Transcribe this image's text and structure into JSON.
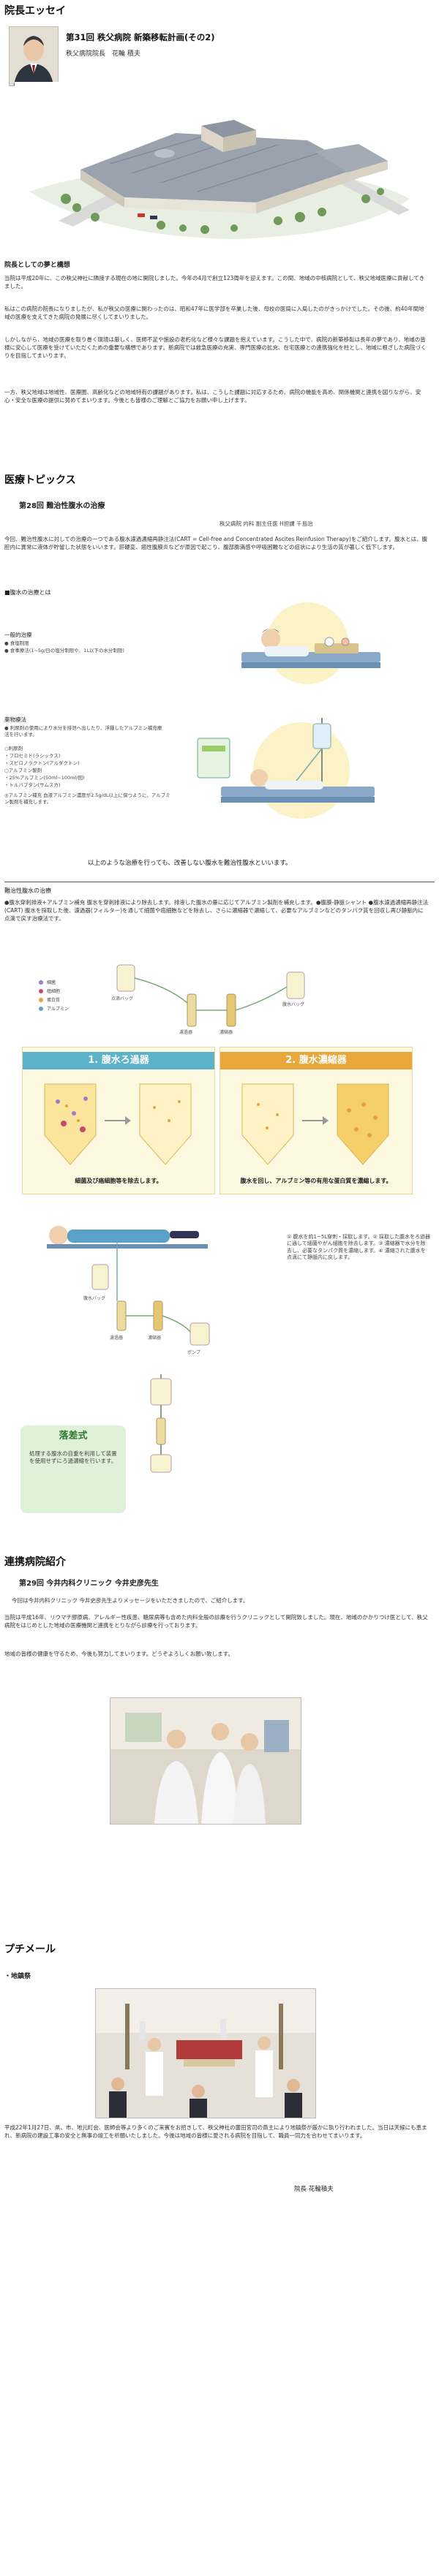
{
  "essay": {
    "section_title": "院長エッセイ",
    "title": "第31回 秩父病院  新築移転計画(その2)",
    "author": "秩父病院院長　花輪 積夫",
    "subheading": "院長としての夢と構想",
    "paragraphs": [
      "当院は平成20年に、この秩父神社に隣接する現在の地に開院しました。今年の4月で創立123周年を迎えます。この間、地域の中核病院として、秩父地域医療に貢献してきました。",
      "私はこの病院の院長になりましたが、私が秩父の医療に関わったのは、昭和47年に医学部を卒業した後、母校の医局に入局したのがきっかけでした。その後、約40年間地域の医療を支えてきた病院の発展に尽くしてまいりました。",
      "しかしながら、地域の医療を取り巻く環境は厳しく、医師不足や施設の老朽化など様々な課題を抱えています。こうした中で、病院の新築移転は長年の夢であり、地域の皆様に安心して医療を受けていただくための重要な構想であります。新病院では救急医療の充実、専門医療の拡充、在宅医療との連携強化を柱とし、地域に根ざした病院づくりを目指してまいります。",
      "一方、秩父地域は地域性、医療圏、高齢化などの地域特有の課題があります。私は、こうした課題に対応するため、病院の機能を高め、関係機関と連携を図りながら、安心・安全な医療の提供に努めてまいります。今後とも皆様のご理解とご協力をお願い申し上げます。"
    ]
  },
  "topics": {
    "section_title": "医療トピックス",
    "title": "第28回 難治性腹水の治療",
    "byline": "秩父病院  内科  副主任医  H担課  千島治",
    "intro": "今回、難治性腹水に対しての治療の一つである腹水濾過濃縮再静注法(CART = Cell-free and Concentrated Ascites Reinfusion Therapy)をご紹介します。腹水とは、腹腔内に異常に液体が貯留した状態をいいます。肝硬変、癌性腹膜炎などが原因で起こり、腹部膨満感や呼吸困難などの症状により生活の質が著しく低下します。",
    "tx_header": "■腹水の治療とは",
    "general_title": "一般的治療",
    "general_items": [
      "● 食塩制限",
      "● 食事療法(1~5g/日の塩分制限や、1L以下の水分制限)"
    ],
    "drug_title": "薬物療法",
    "drug_text": "● 利尿剤の使用により水分を排泄へ出したり、浮腫したアルブミン補充療法を行います。",
    "drug_list": [
      "○利尿剤",
      "・フロセミド(ラシックス)",
      "・スピロノラクトン(アルダクトン)",
      "○アルブミン製剤",
      "・25%アルブミン(50ml~100ml/回)",
      "・トルバプタン(サムスカ)"
    ],
    "albumin_note": "◎アルブミン補充 血液アルブミン濃度が2.5g/dL以上に保つように、アルブミン製剤を補充します。",
    "bottom_note": "以上のような治療を行っても、改善しない腹水を難治性腹水といいます。",
    "refractory_title": "難治性腹水の治療",
    "refractory_text": "●腹水穿刺排液+アルブミン補充 腹水を穿刺排液により除去します。排液した腹水の量に応じてアルブミン製剤を補充します。●腹膜-静脈シャント ●腹水濾過濃縮再静注法(CART) 腹水を採取した後、濾過器(フィルター)を通して細菌や癌細胞などを除去し、さらに濃縮器で濃縮して、必要なアルブミンなどのタンパク質を回収し再び静脈内に点滴で戻す治療法です。",
    "filter_label": "1. 腹水ろ過器",
    "concentrate_label": "2. 腹水濃縮器",
    "filter_caption": "細菌及び癌細胞等を除去します。",
    "concentrate_caption": "腹水を回し、アルブミン等の有用な蛋白質を濃縮します。",
    "legend_items": [
      "細菌",
      "癌細胞",
      "蛋白質",
      "アルブミン"
    ],
    "diagram_labels": {
      "drip": "点滴バッグ",
      "bag": "腹水バッグ",
      "filter": "濾過器",
      "concentrator": "濃縮器",
      "pump": "ポンプ"
    },
    "side_note": "① 腹水を約1~5L穿刺・採取します。② 採取した腹水をろ過器に通して細菌やがん細胞を除去します。③ 濃縮器で水分を除去し、必要なタンパク質を濃縮します。④ 濃縮された腹水を点滴にて静脈内に戻します。",
    "drip_title": "落差式",
    "drip_text": "処理する腹水の自重を利用して装置を使用せずにろ過濃縮を行います。"
  },
  "clinic": {
    "section_title": "連携病院紹介",
    "title": "第29回 今井内科クリニック  今井史彦先生",
    "intro": "今回は今井内科クリニック  今井史彦先生よりメッセージをいただきましたので、ご紹介します。",
    "paragraphs": [
      "当院は平成16年、リウマチ膠原病、アレルギー性疾患、糖尿病等も含めた内科全般の診療を行うクリニックとして開院致しました。現在、地域のかかりつけ医として、秩父病院をはじめとした地域の医療機関と連携をとりながら診療を行っております。",
      "地域の皆様の健康を守るため、今後も努力してまいります。どうぞよろしくお願い致します。"
    ]
  },
  "mail": {
    "section_title": "プチメール",
    "subtitle": "・地鎮祭",
    "paragraph": "平成22年1月27日、県、市、地元町会、医師会等より多くのご来賓をお招きして、秩父神社の薗田宮司の斎主により地鎮祭が厳かに執り行われました。当日は天候にも恵まれ、新病院の建設工事の安全と無事の竣工を祈願いたしました。今後は地域の皆様に愛される病院を目指して、職員一同力を合わせてまいります。",
    "signature": "院長  花輪積夫"
  }
}
